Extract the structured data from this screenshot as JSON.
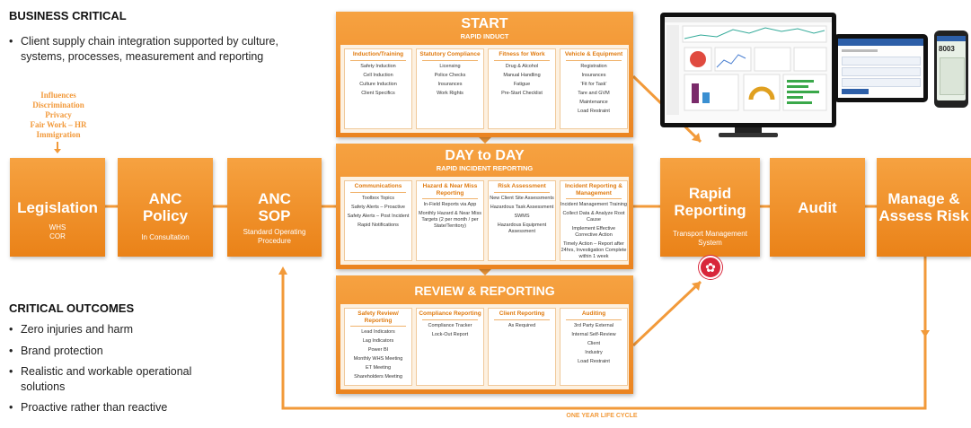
{
  "business": {
    "title": "BUSINESS CRITICAL",
    "bullets": [
      "Client supply chain integration supported by culture, systems, processes, measurement and reporting"
    ]
  },
  "influences": [
    "Influences",
    "Discrimination",
    "Privacy",
    "Fair Work – HR",
    "Immigration"
  ],
  "outcomes": {
    "title": "CRITICAL OUTCOMES",
    "bullets": [
      "Zero injuries and harm",
      "Brand protection",
      "Realistic and workable operational solutions",
      "Proactive rather than reactive"
    ]
  },
  "boxes": {
    "legislation": {
      "title": "Legislation",
      "sub": "WHS\nCOR"
    },
    "policy": {
      "title": "ANC\nPolicy",
      "sub": "In Consultation"
    },
    "sop": {
      "title": "ANC\nSOP",
      "sub": "Standard Operating\nProcedure"
    },
    "rapid": {
      "title": "Rapid\nReporting",
      "sub": "Transport Management\nSystem"
    },
    "audit": {
      "title": "Audit",
      "sub": ""
    },
    "manage": {
      "title": "Manage &\nAssess Risk",
      "sub": ""
    }
  },
  "start": {
    "title": "START",
    "subtitle": "RAPID INDUCT",
    "columns": [
      {
        "head": "Induction/Training",
        "items": [
          "Safety Induction",
          "Cell Induction",
          "Culture Induction",
          "Client Specifics"
        ]
      },
      {
        "head": "Statutory Compliance",
        "items": [
          "Licensing",
          "Police Checks",
          "Insurances",
          "Work Rights"
        ]
      },
      {
        "head": "Fitness for Work",
        "items": [
          "Drug & Alcohol",
          "Manual Handling",
          "Fatigue",
          "Pre-Start Checklist"
        ]
      },
      {
        "head": "Vehicle & Equipment",
        "items": [
          "Registration",
          "Insurances",
          "'Fit for Task'",
          "Tare and GVM",
          "Maintenance",
          "Load Restraint"
        ]
      }
    ]
  },
  "daytoday": {
    "title": "DAY to DAY",
    "subtitle": "RAPID INCIDENT REPORTING",
    "columns": [
      {
        "head": "Communications",
        "items": [
          "Toolbox Topics",
          "Safety Alerts – Proactive",
          "Safety Alerts – Post Incident",
          "Rapid Notifications"
        ]
      },
      {
        "head": "Hazard & Near Miss Reporting",
        "items": [
          "In-Field Reports via App",
          "Monthly Hazard & Near Miss Targets (2 per month / per State/Territory)"
        ]
      },
      {
        "head": "Risk Assessment",
        "items": [
          "New Client Site Assessments",
          "Hazardous Task Assessment",
          "SWMS",
          "Hazardous Equipment Assessment"
        ]
      },
      {
        "head": "Incident Reporting & Management",
        "items": [
          "Incident Management Training",
          "Collect Data & Analyze Root Cause",
          "Implement Effective Corrective Action",
          "Timely Action – Report after 24hrs, Investigation Complete within 1 week"
        ]
      }
    ]
  },
  "review": {
    "title": "REVIEW & REPORTING",
    "columns": [
      {
        "head": "Safety Review/ Reporting",
        "items": [
          "Lead Indicators",
          "Lag Indicators",
          "Power BI",
          "Monthly WHS Meeting",
          "ET Meeting",
          "Shareholders Meeting"
        ]
      },
      {
        "head": "Compliance Reporting",
        "items": [
          "Compliance Tracker",
          "Lock-Out Report"
        ]
      },
      {
        "head": "Client Reporting",
        "items": [
          "As Required"
        ]
      },
      {
        "head": "Auditing",
        "items": [
          "3rd Party External",
          "Internal Self-Review",
          "Client",
          "Industry",
          "Load Restraint"
        ]
      }
    ]
  },
  "cycle_label": "ONE YEAR LIFE CYCLE",
  "phone_reading": "8003",
  "colors": {
    "orange": "#ee8a26",
    "orange_light": "#f6a241",
    "red_icon": "#d8263a"
  }
}
